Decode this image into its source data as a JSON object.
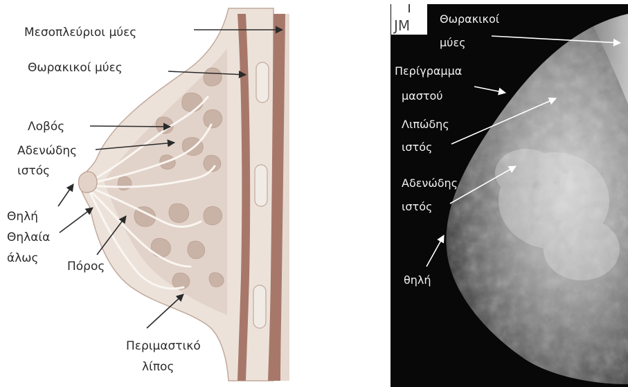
{
  "left_panel": {
    "labels": {
      "intercostal_muscles": "Μεσοπλεύριοι μύες",
      "thoracic_muscles": "Θωρακικοί μύες",
      "lobe": "Λοβός",
      "glandular_tissue_line1": "Αδενώδης",
      "glandular_tissue_line2": "ιστός",
      "nipple": "Θηλή",
      "areola_line1": "Θηλαία",
      "areola_line2": "άλως",
      "duct": "Πόρος",
      "perimammary_fat_line1": "Περιμαστικό",
      "perimammary_fat_line2": "λίπος"
    },
    "colors": {
      "muscle": "#a7786a",
      "tissue": "#e9ddd5",
      "lobe": "#c9b2a6",
      "wall": "#d8c7bd",
      "outline": "#c1a89b"
    }
  },
  "right_panel": {
    "marker": "JM",
    "labels": {
      "thoracic_muscles_line1": "Θωρακικοί",
      "thoracic_muscles_line2": "μύες",
      "breast_outline_line1": "Περίγραμμα",
      "breast_outline_line2": "μαστού",
      "fatty_tissue_line1": "Λιπώδης",
      "fatty_tissue_line2": "ιστός",
      "glandular_tissue_line1": "Αδενώδης",
      "glandular_tissue_line2": "ιστός",
      "nipple": "θηλή"
    },
    "colors": {
      "background": "#080808",
      "tissue": "#9a9a9a",
      "label": "#f2f2f2"
    }
  }
}
